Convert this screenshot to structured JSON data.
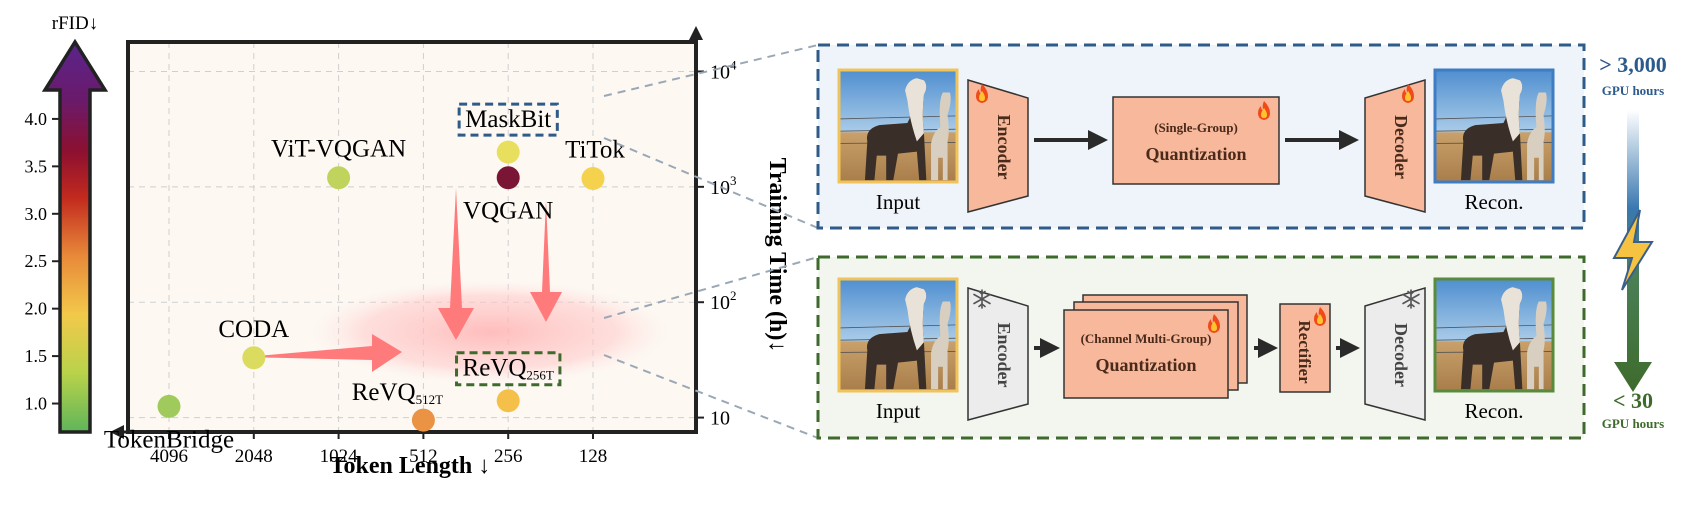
{
  "chart_data": {
    "type": "scatter",
    "xlabel": "Token Length ↓",
    "y2label": "Training Time (h)↓",
    "colorbar_label": "rFID↓",
    "x_ticks": [
      "4096",
      "2048",
      "1024",
      "512",
      "256",
      "128"
    ],
    "y2_ticks": [
      {
        "base": "10",
        "exp": "4"
      },
      {
        "base": "10",
        "exp": "3"
      },
      {
        "base": "10",
        "exp": "2"
      },
      {
        "base": "10",
        "exp": ""
      }
    ],
    "colorbar_ticks": [
      "4.0",
      "3.5",
      "3.0",
      "2.5",
      "2.0",
      "1.5",
      "1.0"
    ],
    "colorbar_range": [
      0.7,
      4.6
    ],
    "y_range_hours": [
      7.5,
      18000
    ],
    "points": [
      {
        "label": "ViT-VQGAN",
        "tokens": 1024,
        "hours": 1200,
        "rfid": 1.28,
        "label_pos": "above"
      },
      {
        "label": "MaskBit",
        "tokens": 256,
        "hours": 2000,
        "rfid": 1.51,
        "label_pos": "boxed-above"
      },
      {
        "label": "VQGAN",
        "tokens": 256,
        "hours": 1200,
        "rfid": 4.98,
        "label_pos": "below"
      },
      {
        "label": "TiTok",
        "tokens": 128,
        "hours": 1180,
        "rfid": 1.71,
        "label_pos": "above-right"
      },
      {
        "label": "CODA",
        "tokens": 2048,
        "hours": 33,
        "rfid": 1.43,
        "label_pos": "above"
      },
      {
        "label": "TokenBridge",
        "tokens": 4096,
        "hours": 12.5,
        "rfid": 1.11,
        "label_pos": "below"
      },
      {
        "label": "ReVQ",
        "sub": "512T",
        "tokens": 512,
        "hours": 9.5,
        "rfid": 2.16,
        "label_pos": "left"
      },
      {
        "label": "ReVQ",
        "sub": "256T",
        "tokens": 256,
        "hours": 14,
        "rfid": 1.84,
        "label_pos": "boxed-above"
      }
    ]
  },
  "top_pipeline": {
    "input_label": "Input",
    "encoder_label": "Encoder",
    "quant_sub": "(Single-Group)",
    "quant_label": "Quantization",
    "decoder_label": "Decoder",
    "recon_label": "Recon.",
    "cost_value": "> 3,000",
    "cost_unit": "GPU hours"
  },
  "bottom_pipeline": {
    "input_label": "Input",
    "encoder_label": "Encoder",
    "quant_sub": "(Channel Multi-Group)",
    "quant_label": "Quantization",
    "rectifier_label": "Rectifier",
    "decoder_label": "Decoder",
    "recon_label": "Recon.",
    "cost_value": "< 30",
    "cost_unit": "GPU hours"
  },
  "colors": {
    "top_box": "#2f5b8a",
    "bottom_box": "#3f6a2e",
    "module_fill": "#f7b89b",
    "arrow_red": "#ff7b7b",
    "cost_top": "#2c5a8c",
    "cost_bottom": "#3e6b2c"
  }
}
